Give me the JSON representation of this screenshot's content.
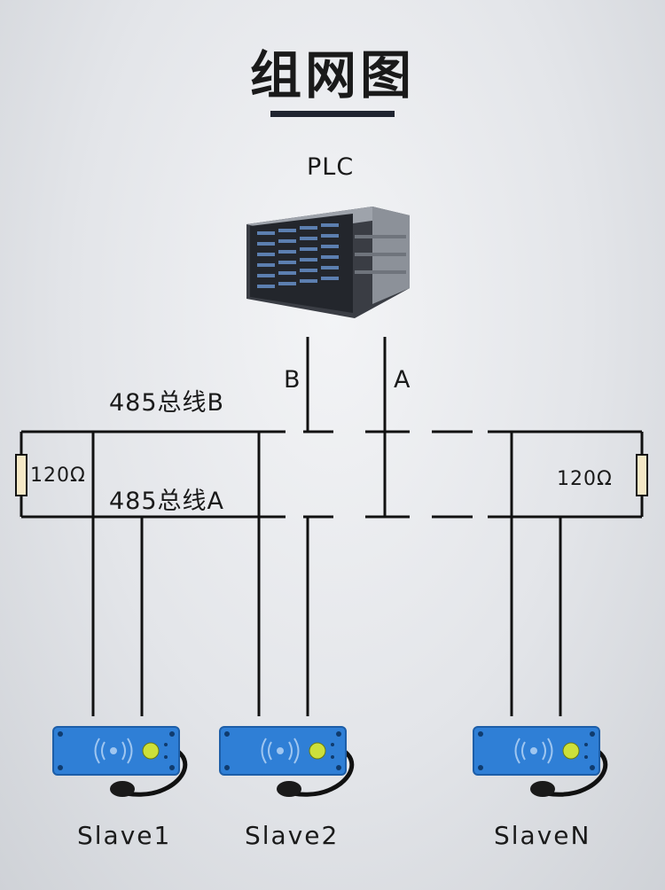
{
  "title": "组网图",
  "master": {
    "label": "PLC",
    "icon": "server-rack-icon"
  },
  "wires": {
    "b_label": "B",
    "a_label": "A"
  },
  "bus": {
    "b_label": "485总线B",
    "a_label": "485总线A"
  },
  "terminators": {
    "left_label": "120Ω",
    "right_label": "120Ω"
  },
  "slaves": [
    {
      "label": "Slave1",
      "icon": "rfid-reader-icon"
    },
    {
      "label": "Slave2",
      "icon": "rfid-reader-icon"
    },
    {
      "label": "SlaveN",
      "icon": "rfid-reader-icon"
    }
  ],
  "colors": {
    "device_body": "#2f7fd6",
    "line": "#111111"
  }
}
